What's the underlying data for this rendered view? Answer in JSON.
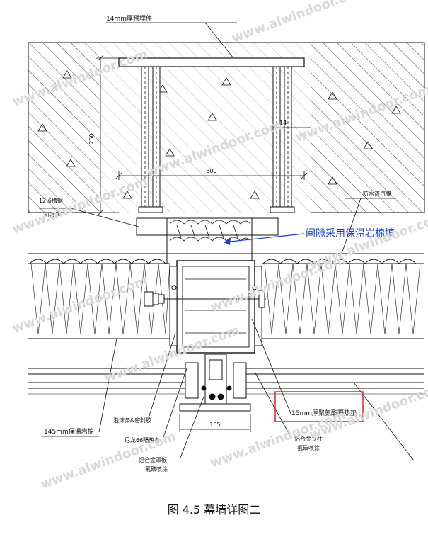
{
  "caption": "图 4.5  幕墙详图二",
  "watermark": "www.alwindoor.com",
  "labels": {
    "embed_plate": "14mm厚预埋件",
    "dim_250": "250",
    "dim_300": "300",
    "dim_14": "14",
    "channel_1": "12.6槽钢",
    "channel_2": "热镀锌",
    "waterproof": "防水透汽膜",
    "gap_fill": "间隙采用保温岩棉填",
    "thermal_pad": "15mm厚聚氨酯隔热垫",
    "rock_wool": "145mm保温岩棉",
    "foam_seal": "泡沫条&密封胶",
    "nylon_strip": "尼龙66隔热条",
    "cover_1": "铝合金罩板",
    "cover_2": "氟碳喷涂",
    "dim_105": "105",
    "mullion_1": "铝合金立柱",
    "mullion_2": "氟碳喷涂"
  },
  "colors": {
    "line": "#111111",
    "leader_blue": "#1a3fcf",
    "highlight_box": "#e0232b",
    "watermark": "#d9d9d9"
  }
}
